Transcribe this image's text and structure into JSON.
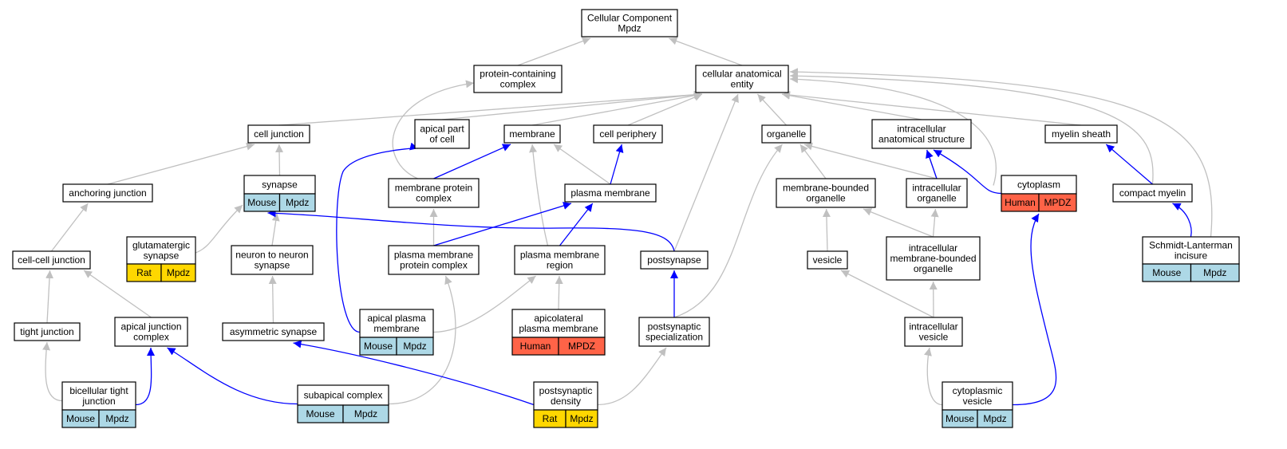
{
  "colors": {
    "gray_edge": "#c0c0c0",
    "blue_edge": "#0000ff",
    "mouse": "#add8e6",
    "rat": "#ffd700",
    "human": "#ff6347",
    "node_fill": "#ffffff",
    "border": "#000000"
  },
  "nodes": [
    {
      "id": "cc",
      "lines": [
        "Cellular Component",
        "Mpdz"
      ]
    },
    {
      "id": "pcc",
      "lines": [
        "protein-containing",
        "complex"
      ]
    },
    {
      "id": "cae",
      "lines": [
        "cellular anatomical",
        "entity"
      ]
    },
    {
      "id": "cj",
      "lines": [
        "cell junction"
      ]
    },
    {
      "id": "apc",
      "lines": [
        "apical part",
        "of cell"
      ]
    },
    {
      "id": "mem",
      "lines": [
        "membrane"
      ]
    },
    {
      "id": "cp",
      "lines": [
        "cell periphery"
      ]
    },
    {
      "id": "org",
      "lines": [
        "organelle"
      ]
    },
    {
      "id": "ias",
      "lines": [
        "intracellular",
        "anatomical structure"
      ]
    },
    {
      "id": "ms",
      "lines": [
        "myelin sheath"
      ]
    },
    {
      "id": "aj",
      "lines": [
        "anchoring junction"
      ]
    },
    {
      "id": "syn",
      "lines": [
        "synapse"
      ],
      "tags": [
        {
          "label": "Mouse",
          "species": "mouse"
        },
        {
          "label": "Mpdz",
          "species": "mouse"
        }
      ]
    },
    {
      "id": "mpc",
      "lines": [
        "membrane protein",
        "complex"
      ]
    },
    {
      "id": "pm",
      "lines": [
        "plasma membrane"
      ]
    },
    {
      "id": "mbo",
      "lines": [
        "membrane-bounded",
        "organelle"
      ]
    },
    {
      "id": "io",
      "lines": [
        "intracellular",
        "organelle"
      ]
    },
    {
      "id": "cyt",
      "lines": [
        "cytoplasm"
      ],
      "tags": [
        {
          "label": "Human",
          "species": "human"
        },
        {
          "label": "MPDZ",
          "species": "human"
        }
      ]
    },
    {
      "id": "cm",
      "lines": [
        "compact myelin"
      ]
    },
    {
      "id": "glu",
      "lines": [
        "glutamatergic",
        "synapse"
      ],
      "tags": [
        {
          "label": "Rat",
          "species": "rat"
        },
        {
          "label": "Mpdz",
          "species": "rat"
        }
      ]
    },
    {
      "id": "nns",
      "lines": [
        "neuron to neuron",
        "synapse"
      ]
    },
    {
      "id": "ccj",
      "lines": [
        "cell-cell junction"
      ]
    },
    {
      "id": "pmpc",
      "lines": [
        "plasma membrane",
        "protein complex"
      ]
    },
    {
      "id": "pmr",
      "lines": [
        "plasma membrane",
        "region"
      ]
    },
    {
      "id": "post",
      "lines": [
        "postsynapse"
      ]
    },
    {
      "id": "ves",
      "lines": [
        "vesicle"
      ]
    },
    {
      "id": "imbo",
      "lines": [
        "intracellular",
        "membrane-bounded",
        "organelle"
      ]
    },
    {
      "id": "sli",
      "lines": [
        "Schmidt-Lanterman",
        "incisure"
      ],
      "tags": [
        {
          "label": "Mouse",
          "species": "mouse"
        },
        {
          "label": "Mpdz",
          "species": "mouse"
        }
      ]
    },
    {
      "id": "tj",
      "lines": [
        "tight junction"
      ]
    },
    {
      "id": "ajc",
      "lines": [
        "apical junction",
        "complex"
      ]
    },
    {
      "id": "asym",
      "lines": [
        "asymmetric synapse"
      ]
    },
    {
      "id": "apm",
      "lines": [
        "apical plasma",
        "membrane"
      ],
      "tags": [
        {
          "label": "Mouse",
          "species": "mouse"
        },
        {
          "label": "Mpdz",
          "species": "mouse"
        }
      ]
    },
    {
      "id": "alpm",
      "lines": [
        "apicolateral",
        "plasma membrane"
      ],
      "tags": [
        {
          "label": "Human",
          "species": "human"
        },
        {
          "label": "MPDZ",
          "species": "human"
        }
      ]
    },
    {
      "id": "pss",
      "lines": [
        "postsynaptic",
        "specialization"
      ]
    },
    {
      "id": "iv",
      "lines": [
        "intracellular",
        "vesicle"
      ]
    },
    {
      "id": "btj",
      "lines": [
        "bicellular tight",
        "junction"
      ],
      "tags": [
        {
          "label": "Mouse",
          "species": "mouse"
        },
        {
          "label": "Mpdz",
          "species": "mouse"
        }
      ]
    },
    {
      "id": "sac",
      "lines": [
        "subapical complex"
      ],
      "tags": [
        {
          "label": "Mouse",
          "species": "mouse"
        },
        {
          "label": "Mpdz",
          "species": "mouse"
        }
      ]
    },
    {
      "id": "psd",
      "lines": [
        "postsynaptic",
        "density"
      ],
      "tags": [
        {
          "label": "Rat",
          "species": "rat"
        },
        {
          "label": "Mpdz",
          "species": "rat"
        }
      ]
    },
    {
      "id": "cv",
      "lines": [
        "cytoplasmic",
        "vesicle"
      ],
      "tags": [
        {
          "label": "Mouse",
          "species": "mouse"
        },
        {
          "label": "Mpdz",
          "species": "mouse"
        }
      ]
    }
  ],
  "edges": [
    {
      "from": "pcc",
      "to": "cc",
      "kind": "gray"
    },
    {
      "from": "cae",
      "to": "cc",
      "kind": "gray"
    },
    {
      "from": "cj",
      "to": "cae",
      "kind": "gray"
    },
    {
      "from": "apc",
      "to": "cae",
      "kind": "gray"
    },
    {
      "from": "mem",
      "to": "cae",
      "kind": "gray"
    },
    {
      "from": "cp",
      "to": "cae",
      "kind": "gray"
    },
    {
      "from": "org",
      "to": "cae",
      "kind": "gray"
    },
    {
      "from": "ias",
      "to": "cae",
      "kind": "gray"
    },
    {
      "from": "ms",
      "to": "cae",
      "kind": "gray"
    },
    {
      "from": "post",
      "to": "cae",
      "kind": "gray"
    },
    {
      "from": "cyt",
      "to": "cae",
      "kind": "gray"
    },
    {
      "from": "cm",
      "to": "cae",
      "kind": "gray"
    },
    {
      "from": "sli",
      "to": "cae",
      "kind": "gray"
    },
    {
      "from": "mpc",
      "to": "pcc",
      "kind": "gray"
    },
    {
      "from": "aj",
      "to": "cj",
      "kind": "gray"
    },
    {
      "from": "syn",
      "to": "cj",
      "kind": "gray"
    },
    {
      "from": "ccj",
      "to": "aj",
      "kind": "gray"
    },
    {
      "from": "glu",
      "to": "syn",
      "kind": "gray"
    },
    {
      "from": "nns",
      "to": "syn",
      "kind": "gray"
    },
    {
      "from": "asym",
      "to": "nns",
      "kind": "gray"
    },
    {
      "from": "tj",
      "to": "ccj",
      "kind": "gray"
    },
    {
      "from": "ajc",
      "to": "ccj",
      "kind": "gray"
    },
    {
      "from": "pm",
      "to": "mem",
      "kind": "gray"
    },
    {
      "from": "pmr",
      "to": "mem",
      "kind": "gray"
    },
    {
      "from": "pmpc",
      "to": "mpc",
      "kind": "gray"
    },
    {
      "from": "mbo",
      "to": "org",
      "kind": "gray"
    },
    {
      "from": "io",
      "to": "org",
      "kind": "gray"
    },
    {
      "from": "pss",
      "to": "org",
      "kind": "gray"
    },
    {
      "from": "io",
      "to": "ias",
      "kind": "gray"
    },
    {
      "from": "ves",
      "to": "mbo",
      "kind": "gray"
    },
    {
      "from": "imbo",
      "to": "mbo",
      "kind": "gray"
    },
    {
      "from": "imbo",
      "to": "io",
      "kind": "gray"
    },
    {
      "from": "iv",
      "to": "ves",
      "kind": "gray"
    },
    {
      "from": "iv",
      "to": "imbo",
      "kind": "gray"
    },
    {
      "from": "cv",
      "to": "iv",
      "kind": "gray"
    },
    {
      "from": "apm",
      "to": "pmr",
      "kind": "gray"
    },
    {
      "from": "alpm",
      "to": "pmr",
      "kind": "gray"
    },
    {
      "from": "btj",
      "to": "tj",
      "kind": "gray"
    },
    {
      "from": "sac",
      "to": "pmpc",
      "kind": "gray"
    },
    {
      "from": "psd",
      "to": "pss",
      "kind": "gray"
    },
    {
      "from": "mpc",
      "to": "mem",
      "kind": "blue"
    },
    {
      "from": "pm",
      "to": "cp",
      "kind": "blue"
    },
    {
      "from": "pmpc",
      "to": "pm",
      "kind": "blue"
    },
    {
      "from": "pmr",
      "to": "pm",
      "kind": "blue"
    },
    {
      "from": "apm",
      "to": "apc",
      "kind": "blue"
    },
    {
      "from": "post",
      "to": "syn",
      "kind": "blue"
    },
    {
      "from": "pss",
      "to": "post",
      "kind": "blue"
    },
    {
      "from": "io",
      "to": "ias",
      "kind": "blue"
    },
    {
      "from": "cyt",
      "to": "ias",
      "kind": "blue"
    },
    {
      "from": "cm",
      "to": "ms",
      "kind": "blue"
    },
    {
      "from": "sli",
      "to": "cm",
      "kind": "blue"
    },
    {
      "from": "cv",
      "to": "cyt",
      "kind": "blue"
    },
    {
      "from": "btj",
      "to": "ajc",
      "kind": "blue"
    },
    {
      "from": "sac",
      "to": "ajc",
      "kind": "blue"
    },
    {
      "from": "psd",
      "to": "asym",
      "kind": "blue"
    }
  ]
}
